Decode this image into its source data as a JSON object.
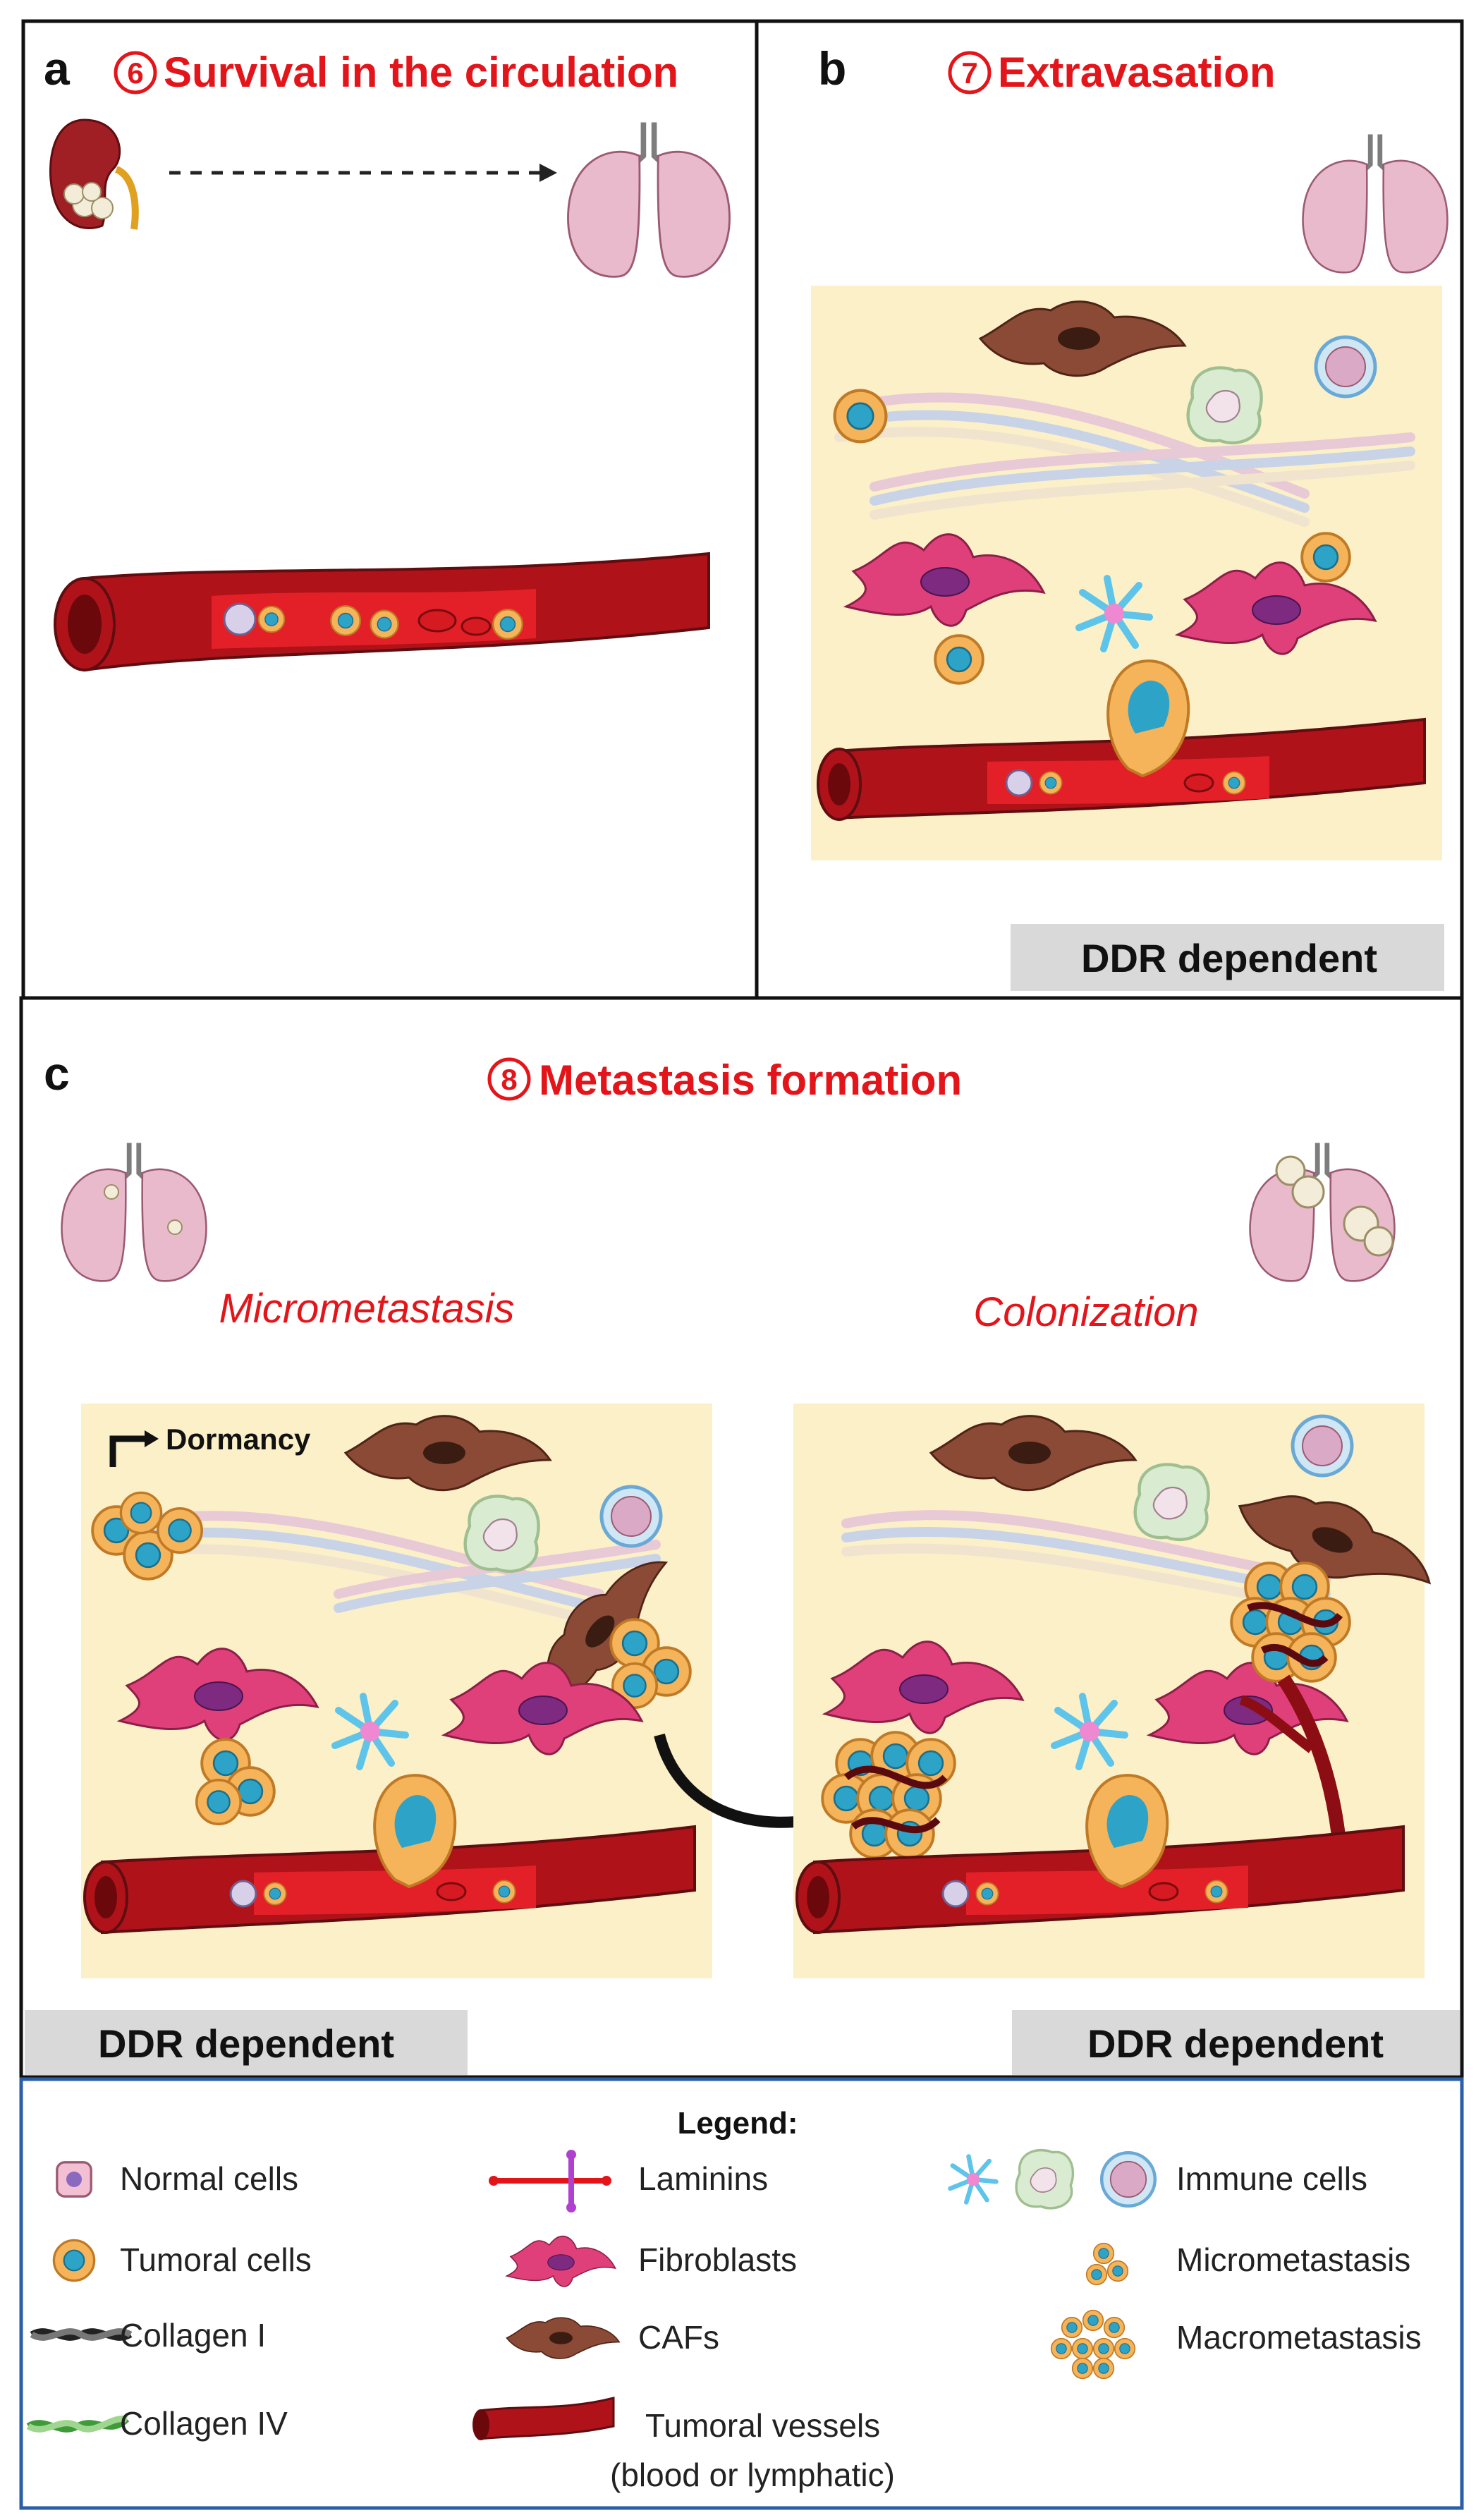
{
  "panels": {
    "a": {
      "letter": "a",
      "number": "6",
      "title": "Survival in the circulation"
    },
    "b": {
      "letter": "b",
      "number": "7",
      "title": "Extravasation",
      "ddr": "DDR dependent"
    },
    "c": {
      "letter": "c",
      "number": "8",
      "title": "Metastasis formation",
      "left_subtitle": "Micrometastasis",
      "right_subtitle": "Colonization",
      "dormancy": "Dormancy",
      "ddr_left": "DDR dependent",
      "ddr_right": "DDR dependent"
    }
  },
  "legend": {
    "title": "Legend:",
    "items": {
      "normal": "Normal cells",
      "tumoral": "Tumoral cells",
      "collagen1": "Collagen I",
      "collagen4": "Collagen IV",
      "laminins": "Laminins",
      "fibroblasts": "Fibroblasts",
      "cafs": "CAFs",
      "vessels": "Tumoral vessels",
      "vessels_note": "(blood or lymphatic)",
      "immune": "Immune cells",
      "micro": "Micrometastasis",
      "macro": "Macrometastasis"
    }
  },
  "colors": {
    "accent_red": "#e3151a",
    "vessel_red": "#b0121a",
    "panel_bg": "#fbf0c8",
    "legend_border": "#2a5fa8",
    "ddr_bar": "#d9d9d9",
    "fibroblast": "#e0407a",
    "caf": "#7a4030",
    "tumor_cell": "#f2a445",
    "tumor_nucleus": "#2ea3c8"
  }
}
